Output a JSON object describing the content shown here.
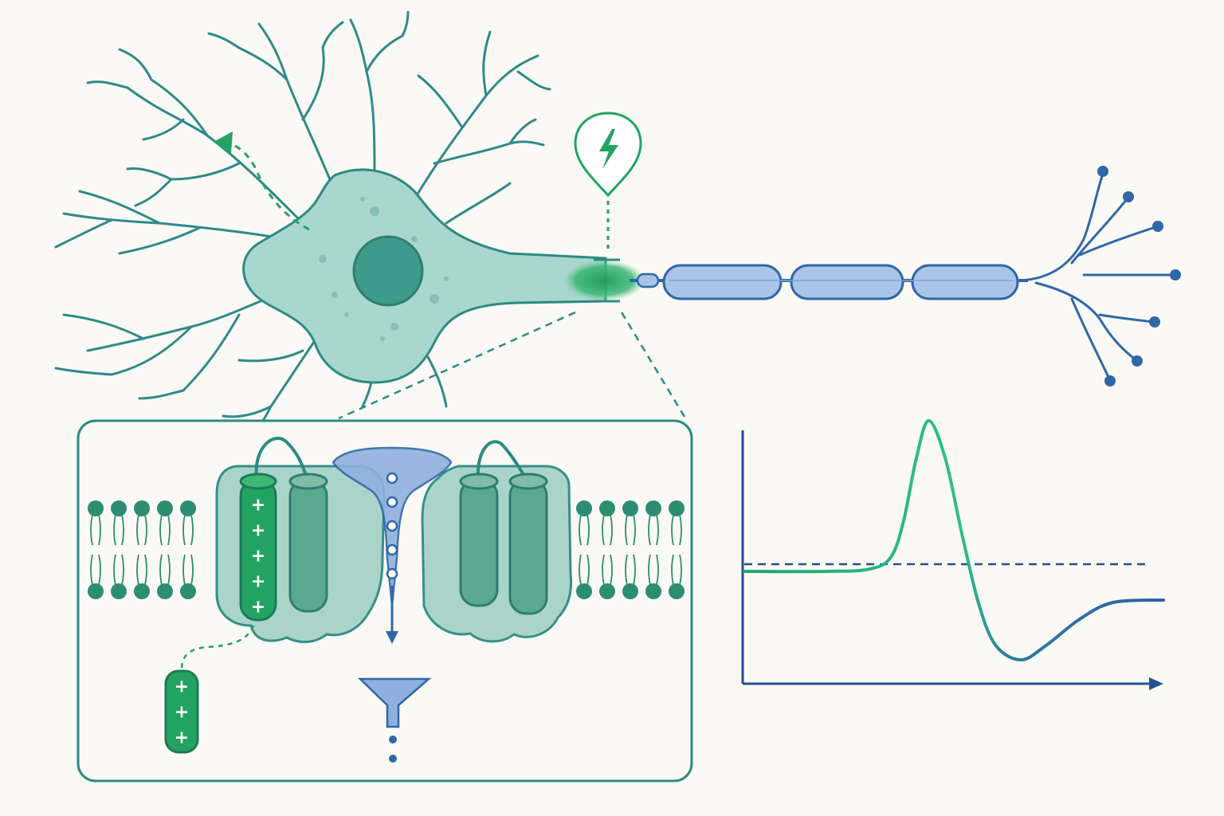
{
  "colors": {
    "background": "#fbf9f5",
    "neuron_fill": "#a9d6cf",
    "neuron_stroke": "#2b8b84",
    "nucleus_fill": "#3e9a8a",
    "axon_fill": "#a9c4e6",
    "axon_stroke": "#2f67a8",
    "signal_green": "#22a361",
    "channel_fill": "#a6d3c8",
    "helix_fill": "#5aa88f",
    "pore_blue": "#8fb0de",
    "lipid_head": "#2c8d73",
    "plot_axis": "#23508f",
    "curve_green": "#1fa670",
    "curve_blue": "#2a5fa8"
  },
  "icons": {
    "trigger_marker": "lightning-pin-icon",
    "ion_filter": "funnel-icon",
    "flow_arrow": "down-arrow-icon",
    "input_arrow": "curved-arrow-icon"
  },
  "inset": {
    "voltage_sensor_charges": [
      "+",
      "+",
      "+",
      "+",
      "+"
    ],
    "detached_sensor_charges": [
      "+",
      "+",
      "+"
    ]
  },
  "chart_data": {
    "type": "line",
    "series": [
      {
        "t": [
          0,
          0.2,
          0.3,
          0.35,
          0.38,
          0.41,
          0.44,
          0.48,
          0.52,
          0.56,
          0.6,
          0.66,
          0.72,
          0.8,
          0.88,
          1.0
        ],
        "v": [
          0.37,
          0.37,
          0.38,
          0.43,
          0.58,
          0.84,
          1.0,
          0.84,
          0.52,
          0.23,
          0.06,
          0.0,
          0.06,
          0.17,
          0.24,
          0.25
        ]
      }
    ],
    "threshold": 0.5,
    "xlabel": "",
    "ylabel": "",
    "title": ""
  }
}
